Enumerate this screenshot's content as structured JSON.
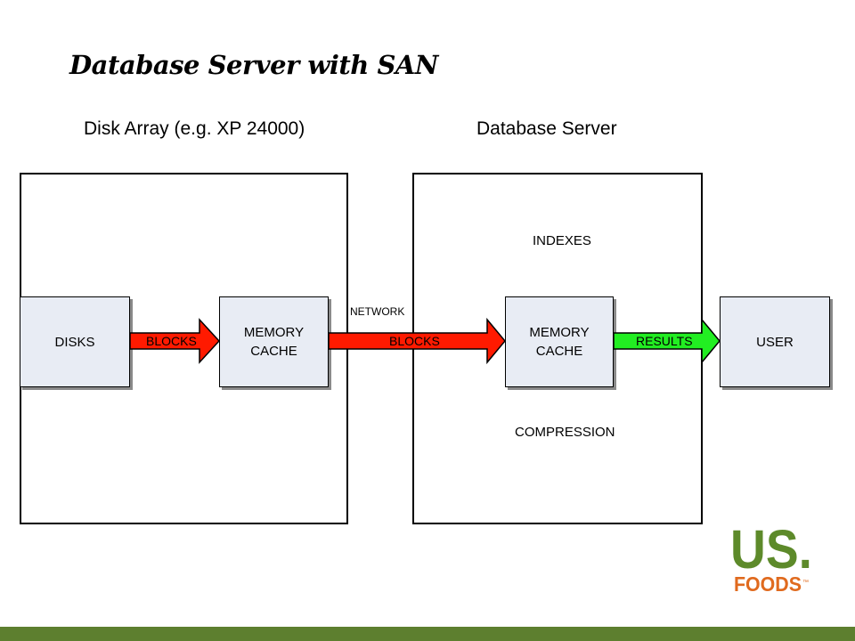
{
  "title": "Database Server with SAN",
  "sections": {
    "disk_array": "Disk Array (e.g. XP 24000)",
    "database_server": "Database Server"
  },
  "nodes": {
    "disks": "DISKS",
    "array_cache": "MEMORY\nCACHE",
    "server_cache": "MEMORY\nCACHE",
    "user": "USER"
  },
  "labels": {
    "indexes": "INDEXES",
    "compression": "COMPRESSION",
    "network": "NETWORK"
  },
  "arrows": {
    "blocks_internal": "BLOCKS",
    "blocks_network": "BLOCKS",
    "results": "RESULTS"
  },
  "logo": {
    "us": "US.",
    "foods": "FOODS",
    "tm": "™"
  },
  "colors": {
    "red_arrow": "#ff1a00",
    "green_arrow": "#22ee22",
    "node_fill": "#e8ecf4",
    "logo_green": "#5d8a2a",
    "logo_orange": "#e06a1e",
    "footer_green": "#5d7f2f"
  }
}
